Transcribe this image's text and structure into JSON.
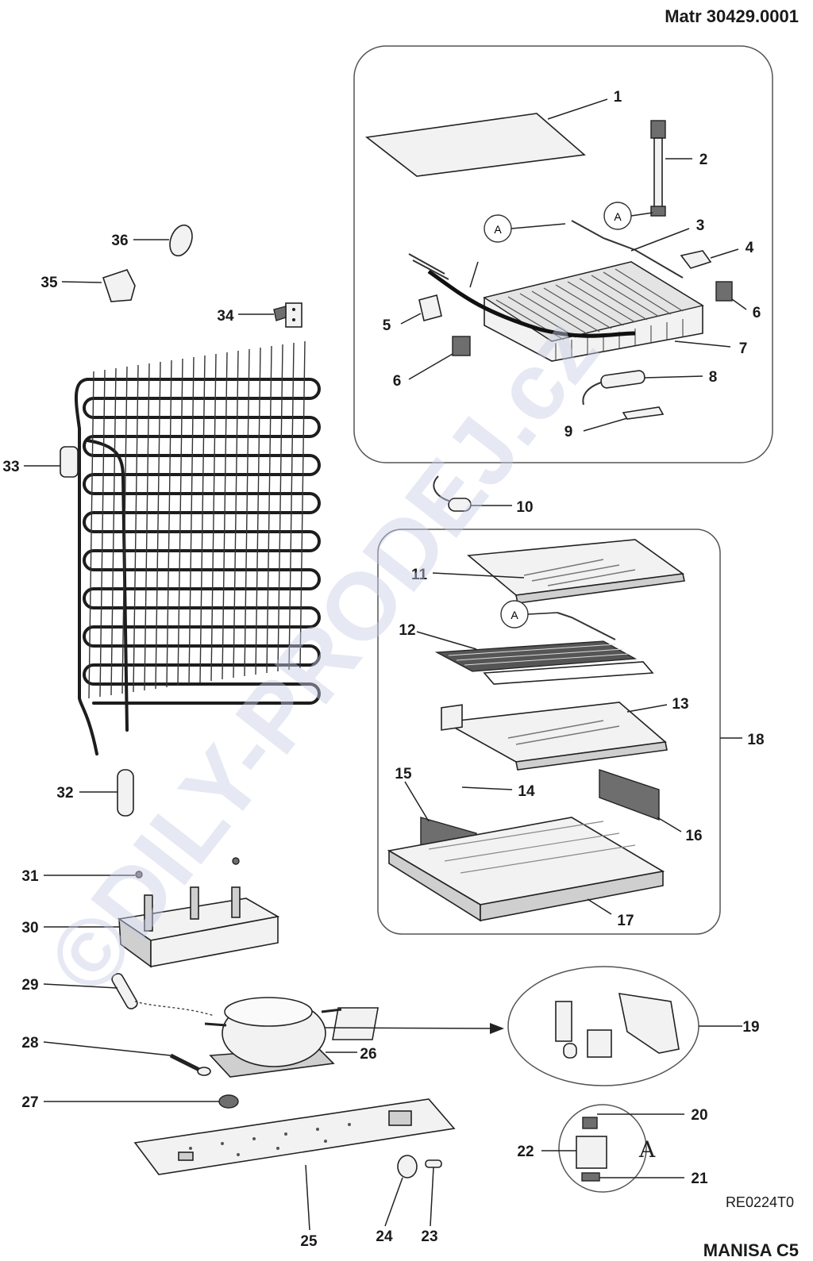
{
  "header": {
    "matr_label": "Matr 30429.0001",
    "model": "MANISA C5",
    "drawing_code": "RE0224T0"
  },
  "watermark": "©DILY-PRODEJ.cz",
  "callout_letter": "A",
  "parts": [
    {
      "id": "1",
      "label": "1"
    },
    {
      "id": "2",
      "label": "2"
    },
    {
      "id": "3",
      "label": "3"
    },
    {
      "id": "4",
      "label": "4"
    },
    {
      "id": "5",
      "label": "5"
    },
    {
      "id": "6a",
      "label": "6"
    },
    {
      "id": "6b",
      "label": "6"
    },
    {
      "id": "7",
      "label": "7"
    },
    {
      "id": "8",
      "label": "8"
    },
    {
      "id": "9",
      "label": "9"
    },
    {
      "id": "10",
      "label": "10"
    },
    {
      "id": "11",
      "label": "11"
    },
    {
      "id": "12",
      "label": "12"
    },
    {
      "id": "13",
      "label": "13"
    },
    {
      "id": "14",
      "label": "14"
    },
    {
      "id": "15",
      "label": "15"
    },
    {
      "id": "16",
      "label": "16"
    },
    {
      "id": "17",
      "label": "17"
    },
    {
      "id": "18",
      "label": "18"
    },
    {
      "id": "19",
      "label": "19"
    },
    {
      "id": "20",
      "label": "20"
    },
    {
      "id": "21",
      "label": "21"
    },
    {
      "id": "22",
      "label": "22"
    },
    {
      "id": "23",
      "label": "23"
    },
    {
      "id": "24",
      "label": "24"
    },
    {
      "id": "25",
      "label": "25"
    },
    {
      "id": "26",
      "label": "26"
    },
    {
      "id": "27",
      "label": "27"
    },
    {
      "id": "28",
      "label": "28"
    },
    {
      "id": "29",
      "label": "29"
    },
    {
      "id": "30",
      "label": "30"
    },
    {
      "id": "31",
      "label": "31"
    },
    {
      "id": "32",
      "label": "32"
    },
    {
      "id": "33",
      "label": "33"
    },
    {
      "id": "34",
      "label": "34"
    },
    {
      "id": "35",
      "label": "35"
    },
    {
      "id": "36",
      "label": "36"
    }
  ]
}
